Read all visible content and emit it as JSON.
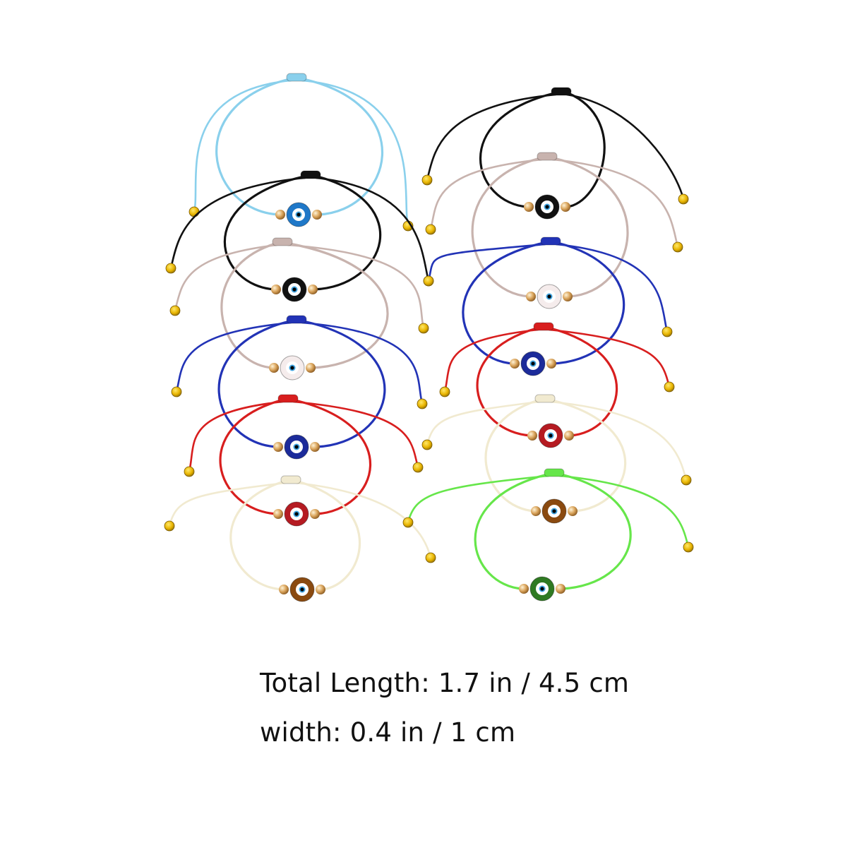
{
  "product_image": {
    "bracelet_count": 12,
    "bracelets": [
      {
        "cord_color": "#8ad0ec",
        "eye_color": "#1f78c8"
      },
      {
        "cord_color": "#111111",
        "eye_color": "#111111"
      },
      {
        "cord_color": "#c8b3ae",
        "eye_color": "#f5ecec"
      },
      {
        "cord_color": "#2233b6",
        "eye_color": "#1c2b9a"
      },
      {
        "cord_color": "#d81e1e",
        "eye_color": "#b51b22"
      },
      {
        "cord_color": "#f1ead0",
        "eye_color": "#8a4a10"
      },
      {
        "cord_color": "#111111",
        "eye_color": "#111111"
      },
      {
        "cord_color": "#c8b3ae",
        "eye_color": "#f5ecec"
      },
      {
        "cord_color": "#2233b6",
        "eye_color": "#1c2b9a"
      },
      {
        "cord_color": "#d81e1e",
        "eye_color": "#b51b22"
      },
      {
        "cord_color": "#f1ead0",
        "eye_color": "#8a4a10"
      },
      {
        "cord_color": "#66e64a",
        "eye_color": "#2f7a22"
      }
    ],
    "bead_color": "#d9a35a",
    "end_bead_color": "#e8b400"
  },
  "specs": {
    "total_length": "Total Length: 1.7 in / 4.5 cm",
    "width": "width: 0.4 in / 1 cm"
  }
}
